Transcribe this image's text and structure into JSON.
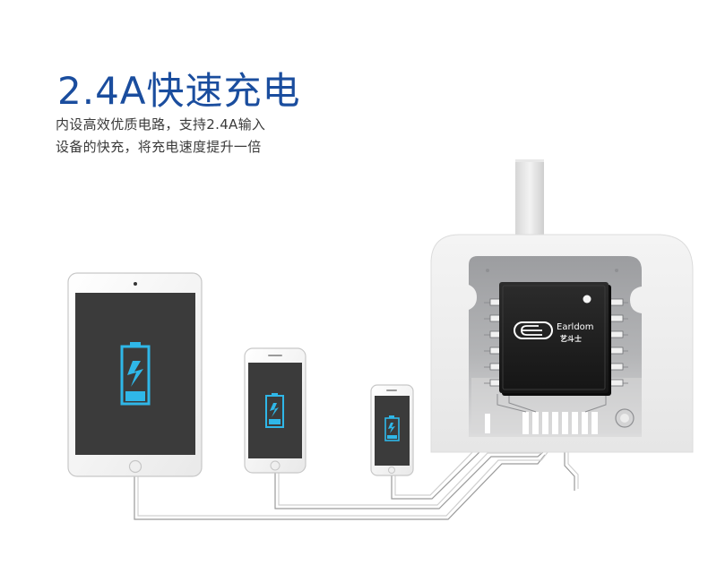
{
  "headline": "2.4A快速充电",
  "description": {
    "line1": "内设高效优质电路，支持2.4A输入",
    "line2": "设备的快充，将充电速度提升一倍"
  },
  "chip": {
    "brand_en": "Earldom",
    "brand_cn": "艺斗士"
  },
  "colors": {
    "headline": "#1a4d9e",
    "battery": "#2fb7e8",
    "screen": "#3b3b3b",
    "wire": "#9a9a9a",
    "board": "#a7a8aa",
    "chip": "#1f1f1f"
  },
  "icons": [
    "battery-charging-icon",
    "earldom-logo-icon"
  ]
}
